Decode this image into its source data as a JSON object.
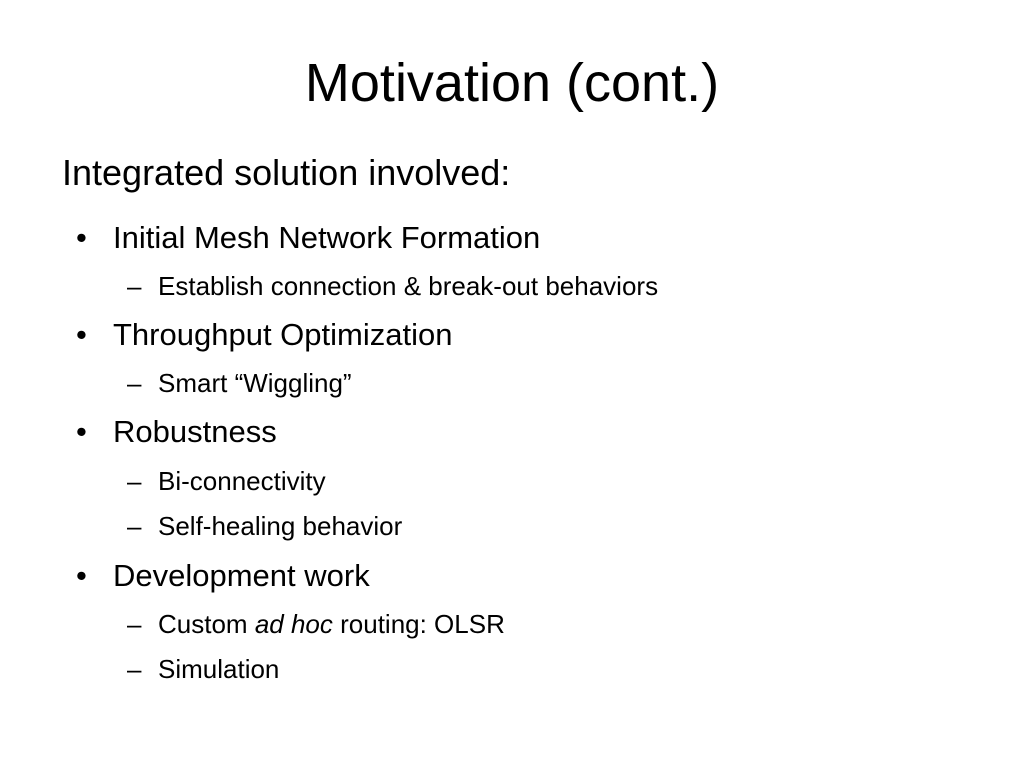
{
  "slide": {
    "title": "Motivation (cont.)",
    "intro": "Integrated solution involved:",
    "bullet_marker": "•",
    "dash_marker": "–",
    "items": [
      {
        "text": "Initial Mesh Network Formation"
      },
      {
        "text": "Establish connection & break-out behaviors"
      },
      {
        "text": "Throughput Optimization"
      },
      {
        "text": "Smart “Wiggling”"
      },
      {
        "text": "Robustness"
      },
      {
        "text": "Bi-connectivity"
      },
      {
        "text": "Self-healing behavior"
      },
      {
        "text": "Development work"
      },
      {
        "text_before": "Custom ",
        "text_italic": "ad hoc",
        "text_after": " routing: OLSR"
      },
      {
        "text": "Simulation"
      }
    ]
  }
}
